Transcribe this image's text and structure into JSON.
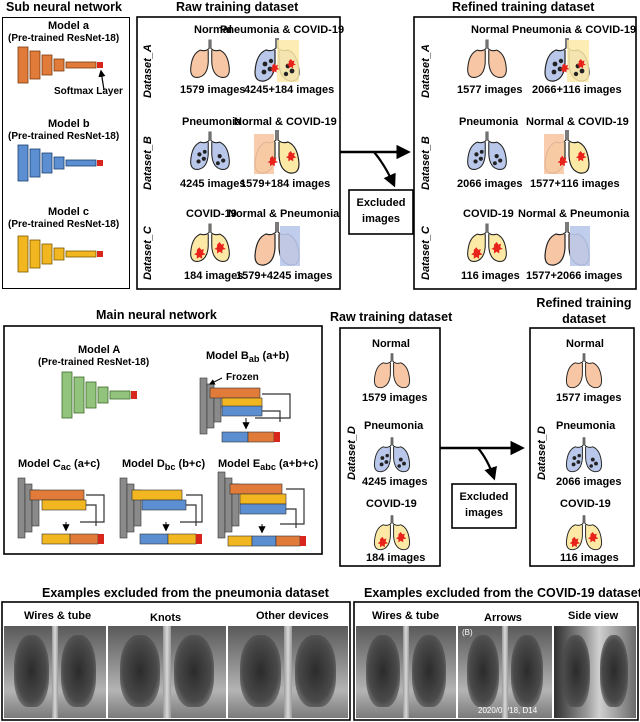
{
  "sub_network": {
    "title": "Sub neural network",
    "model_a": {
      "name": "Model a",
      "desc": "(Pre-trained ResNet-18)"
    },
    "softmax": "Softmax Layer",
    "model_b": {
      "name": "Model b",
      "desc": "(Pre-trained ResNet-18)"
    },
    "model_c": {
      "name": "Model c",
      "desc": "(Pre-trained ResNet-18)"
    }
  },
  "raw_dataset": {
    "title": "Raw training dataset",
    "dataset_a": {
      "label": "Dataset_A",
      "left_name": "Normal",
      "left_count": "1579 images",
      "right_name": "Pneumonia & COVID-19",
      "right_count": "4245+184 images"
    },
    "dataset_b": {
      "label": "Dataset_B",
      "left_name": "Pneumonia",
      "left_count": "4245 images",
      "right_name": "Normal & COVID-19",
      "right_count": "1579+184 images"
    },
    "dataset_c": {
      "label": "Dataset_C",
      "left_name": "COVID-19",
      "left_count": "184 images",
      "right_name": "Normal & Pneumonia",
      "right_count": "1579+4245 images"
    }
  },
  "excluded_1": {
    "line1": "Excluded",
    "line2": "images"
  },
  "refined_dataset": {
    "title": "Refined training dataset",
    "dataset_a": {
      "label": "Dataset_A",
      "left_name": "Normal",
      "left_count": "1577 images",
      "right_name": "Pneumonia & COVID-19",
      "right_count": "2066+116 images"
    },
    "dataset_b": {
      "label": "Dataset_B",
      "left_name": "Pneumonia",
      "left_count": "2066 images",
      "right_name": "Normal & COVID-19",
      "right_count": "1577+116 images"
    },
    "dataset_c": {
      "label": "Dataset_C",
      "left_name": "COVID-19",
      "left_count": "116 images",
      "right_name": "Normal & Pneumonia",
      "right_count": "1577+2066 images"
    }
  },
  "main_network": {
    "title": "Main neural network",
    "model_A": {
      "name": "Model A",
      "desc": "(Pre-trained ResNet-18)"
    },
    "model_Bab": {
      "name": "Model B",
      "sub": "ab",
      "suffix": " (a+b)"
    },
    "frozen": "Frozen",
    "model_Cac": {
      "name": "Model C",
      "sub": "ac",
      "suffix": " (a+c)"
    },
    "model_Dbc": {
      "name": "Model D",
      "sub": "bc",
      "suffix": " (b+c)"
    },
    "model_Eabc": {
      "name": "Model E",
      "sub": "abc",
      "suffix": " (a+b+c)"
    }
  },
  "raw_dataset_d": {
    "title": "Raw training dataset",
    "label": "Dataset_D",
    "normal": {
      "name": "Normal",
      "count": "1579 images"
    },
    "pneumonia": {
      "name": "Pneumonia",
      "count": "4245 images"
    },
    "covid": {
      "name": "COVID-19",
      "count": "184 images"
    }
  },
  "excluded_2": {
    "line1": "Excluded",
    "line2": "images"
  },
  "refined_dataset_d": {
    "title_line1": "Refined training",
    "title_line2": "dataset",
    "label": "Dataset_D",
    "normal": {
      "name": "Normal",
      "count": "1577 images"
    },
    "pneumonia": {
      "name": "Pneumonia",
      "count": "2066 images"
    },
    "covid": {
      "name": "COVID-19",
      "count": "116 images"
    }
  },
  "examples_pneumonia": {
    "title": "Examples excluded from the pneumonia dataset",
    "items": [
      "Wires & tube",
      "Knots",
      "Other devices"
    ]
  },
  "examples_covid": {
    "title": "Examples excluded from the COVID-19 dataset",
    "items": [
      "Wires & tube",
      "Arrows",
      "Side view"
    ],
    "marker": "(B)",
    "caption": "2020/02/18, D14"
  },
  "colors": {
    "normal_lung": "#f7c6a4",
    "pneumonia_lung": "#b9c8ea",
    "covid_lung": "#fde9a6",
    "covid_spot": "#e8231c",
    "model_a": "#e07b39",
    "model_b": "#5b8fd2",
    "model_c": "#f2b620",
    "model_A": "#93c47d",
    "frozen_gray": "#8a8a8a",
    "softmax_red": "#d9261c"
  }
}
